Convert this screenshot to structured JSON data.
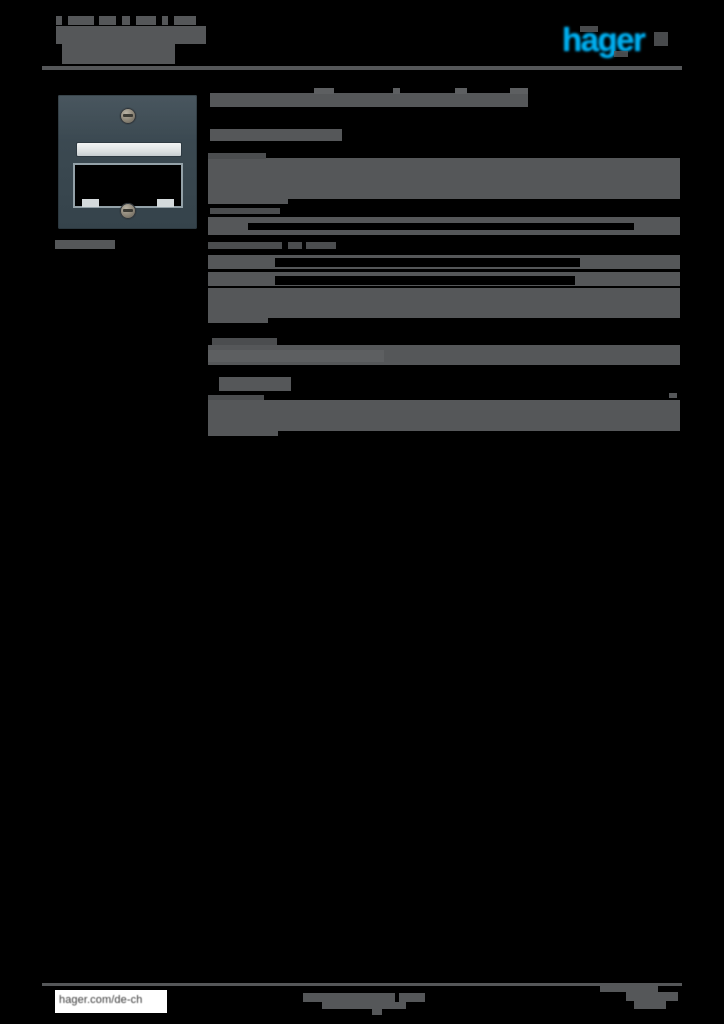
{
  "document": {
    "kind": "product-datasheet",
    "brand": "hager",
    "page_background": "#000000",
    "redaction_color": "#555759",
    "accent_color": "#00AEEF",
    "product_color": "#3a4850"
  },
  "header": {
    "brand_logo_text": "hager",
    "brand_logo_color": "#00AEEF",
    "title_lines_redacted": 3,
    "rule_color": "#555759"
  },
  "figure": {
    "alt": "wall-plate-faceplate",
    "caption_redacted": true,
    "screws": 2,
    "label_window": true,
    "aperture": true
  },
  "content": {
    "heading_redacted": true,
    "subheading_redacted": true,
    "blocks": [
      {
        "name": "intro-paragraph-block",
        "rows": 3
      },
      {
        "name": "spec-group-one",
        "rows": 2
      },
      {
        "name": "spec-group-two",
        "rows": 4
      },
      {
        "name": "spec-group-three",
        "rows": 1
      },
      {
        "name": "spec-group-four",
        "rows": 1
      },
      {
        "name": "spec-group-five",
        "rows": 3
      }
    ]
  },
  "footer": {
    "url": "hager.com/de-ch",
    "url_plate_color": "#ffffff",
    "center_text_redacted": true,
    "page_number_redacted": true,
    "rule_color": "#555759"
  }
}
